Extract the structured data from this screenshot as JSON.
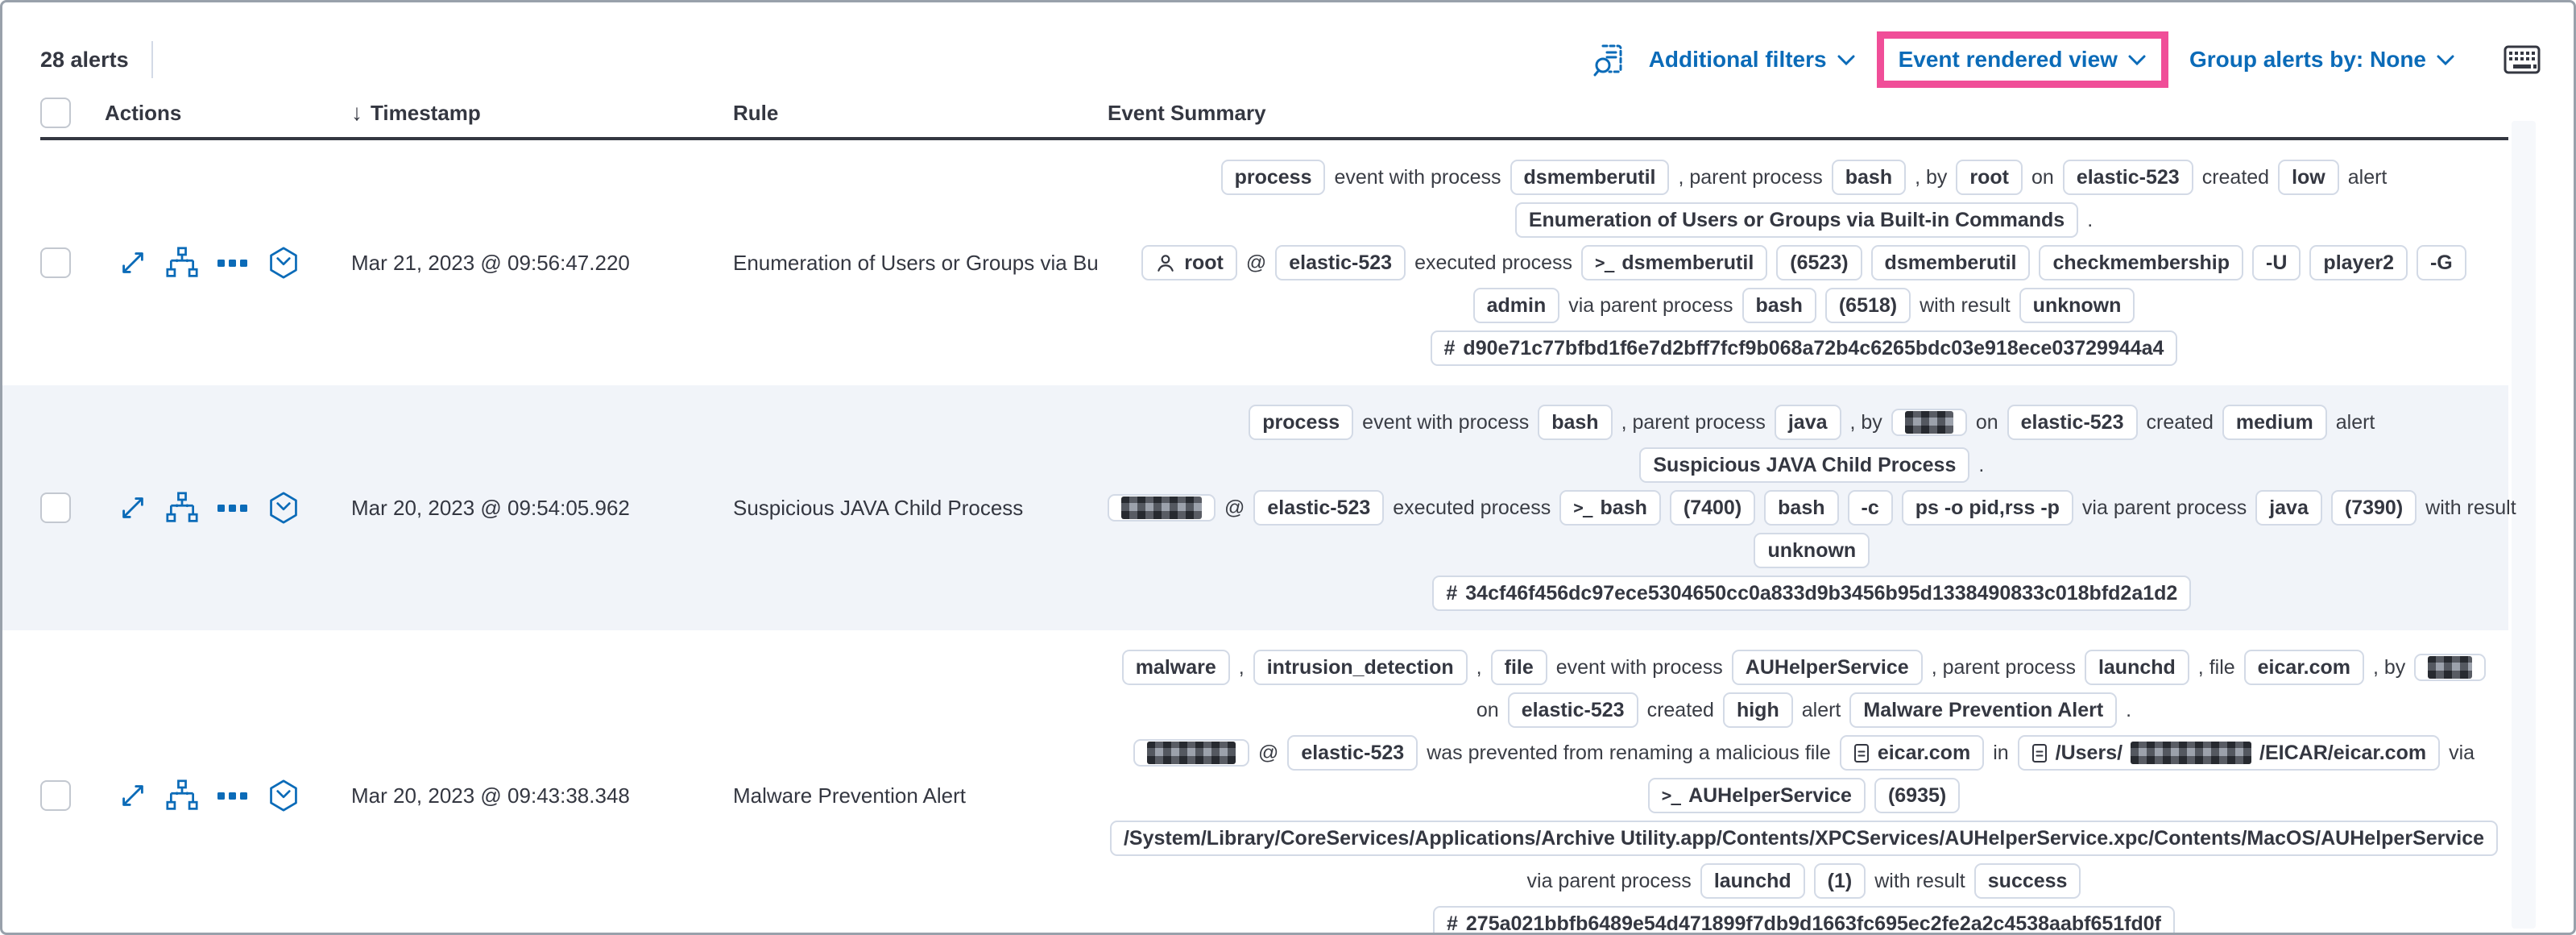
{
  "toolbar": {
    "alert_count": "28 alerts",
    "additional_filters_label": "Additional filters",
    "view_selector_label": "Event rendered view",
    "group_alerts_label": "Group alerts by: None",
    "icons": [
      "inspect",
      "chevron-down",
      "keyboard-shortcuts"
    ]
  },
  "colors": {
    "highlight_accent": "#f04e98",
    "primary_blue": "#0b6bb8",
    "text_dark": "#343741",
    "badge_border": "#d3dae6",
    "row_stripe": "#f1f4f9"
  },
  "table": {
    "headers": {
      "actions": "Actions",
      "timestamp": "Timestamp",
      "rule": "Rule",
      "event_summary": "Event Summary"
    },
    "row_action_icons": [
      "expand-alert",
      "analyze-event",
      "more-actions",
      "open-session-view"
    ],
    "rows": [
      {
        "timestamp": "Mar 21, 2023 @ 09:56:47.220",
        "rule": "Enumeration of Users or Groups via Bui",
        "summary": [
          [
            {
              "kind": "badge",
              "text": "process"
            },
            {
              "kind": "text",
              "text": "event with process"
            },
            {
              "kind": "badge",
              "text": "dsmemberutil"
            },
            {
              "kind": "text",
              "text": ", parent process"
            },
            {
              "kind": "badge",
              "text": "bash"
            },
            {
              "kind": "text",
              "text": ", by"
            },
            {
              "kind": "badge",
              "text": "root"
            },
            {
              "kind": "text",
              "text": "on"
            },
            {
              "kind": "badge",
              "text": "elastic-523"
            },
            {
              "kind": "text",
              "text": "created"
            },
            {
              "kind": "badge",
              "text": "low"
            },
            {
              "kind": "text",
              "text": "alert"
            }
          ],
          [
            {
              "kind": "badge",
              "text": "Enumeration of Users or Groups via Built-in Commands"
            },
            {
              "kind": "text",
              "text": "."
            }
          ],
          [
            {
              "kind": "badge",
              "text": "root",
              "icon": "user"
            },
            {
              "kind": "text",
              "text": "@"
            },
            {
              "kind": "badge",
              "text": "elastic-523"
            },
            {
              "kind": "text",
              "text": "executed process"
            },
            {
              "kind": "badge",
              "text": "dsmemberutil",
              "icon": "terminal"
            },
            {
              "kind": "badge",
              "text": "(6523)"
            },
            {
              "kind": "badge",
              "text": "dsmemberutil"
            },
            {
              "kind": "badge",
              "text": "checkmembership"
            },
            {
              "kind": "badge",
              "text": "-U"
            },
            {
              "kind": "badge",
              "text": "player2"
            },
            {
              "kind": "badge",
              "text": "-G"
            }
          ],
          [
            {
              "kind": "badge",
              "text": "admin"
            },
            {
              "kind": "text",
              "text": "via parent process"
            },
            {
              "kind": "badge",
              "text": "bash"
            },
            {
              "kind": "badge",
              "text": "(6518)"
            },
            {
              "kind": "text",
              "text": "with result"
            },
            {
              "kind": "badge",
              "text": "unknown"
            }
          ],
          [
            {
              "kind": "badge",
              "text": "d90e71c77bfbd1f6e7d2bff7fcf9b068a72b4c6265bdc03e918ece03729944a4",
              "icon": "hash"
            }
          ]
        ]
      },
      {
        "timestamp": "Mar 20, 2023 @ 09:54:05.962",
        "rule": "Suspicious JAVA Child Process",
        "summary": [
          [
            {
              "kind": "badge",
              "text": "process"
            },
            {
              "kind": "text",
              "text": "event with process"
            },
            {
              "kind": "badge",
              "text": "bash"
            },
            {
              "kind": "text",
              "text": ", parent process"
            },
            {
              "kind": "badge",
              "text": "java"
            },
            {
              "kind": "text",
              "text": ", by"
            },
            {
              "kind": "badge",
              "segs": [
                {
                  "redact": 60
                }
              ]
            },
            {
              "kind": "text",
              "text": "on"
            },
            {
              "kind": "badge",
              "text": "elastic-523"
            },
            {
              "kind": "text",
              "text": "created"
            },
            {
              "kind": "badge",
              "text": "medium"
            },
            {
              "kind": "text",
              "text": "alert"
            }
          ],
          [
            {
              "kind": "badge",
              "text": "Suspicious JAVA Child Process"
            },
            {
              "kind": "text",
              "text": "."
            }
          ],
          [
            {
              "kind": "badge",
              "segs": [
                {
                  "redact": 100
                }
              ]
            },
            {
              "kind": "text",
              "text": "@"
            },
            {
              "kind": "badge",
              "text": "elastic-523"
            },
            {
              "kind": "text",
              "text": "executed process"
            },
            {
              "kind": "badge",
              "text": "bash",
              "icon": "terminal"
            },
            {
              "kind": "badge",
              "text": "(7400)"
            },
            {
              "kind": "badge",
              "text": "bash"
            },
            {
              "kind": "badge",
              "text": "-c"
            },
            {
              "kind": "badge",
              "text": "ps -o pid,rss -p"
            },
            {
              "kind": "text",
              "text": "via parent process"
            },
            {
              "kind": "badge",
              "text": "java"
            },
            {
              "kind": "badge",
              "text": "(7390)"
            },
            {
              "kind": "text",
              "text": "with result"
            }
          ],
          [
            {
              "kind": "badge",
              "text": "unknown"
            }
          ],
          [
            {
              "kind": "badge",
              "text": "34cf46f456dc97ece5304650cc0a833d9b3456b95d1338490833c018bfd2a1d2",
              "icon": "hash"
            }
          ]
        ]
      },
      {
        "timestamp": "Mar 20, 2023 @ 09:43:38.348",
        "rule": "Malware Prevention Alert",
        "summary": [
          [
            {
              "kind": "badge",
              "text": "malware"
            },
            {
              "kind": "text",
              "text": ","
            },
            {
              "kind": "badge",
              "text": "intrusion_detection"
            },
            {
              "kind": "text",
              "text": ","
            },
            {
              "kind": "badge",
              "text": "file"
            },
            {
              "kind": "text",
              "text": "event with process"
            },
            {
              "kind": "badge",
              "text": "AUHelperService"
            },
            {
              "kind": "text",
              "text": ", parent process"
            },
            {
              "kind": "badge",
              "text": "launchd"
            },
            {
              "kind": "text",
              "text": ", file"
            },
            {
              "kind": "badge",
              "text": "eicar.com"
            },
            {
              "kind": "text",
              "text": ", by"
            },
            {
              "kind": "badge",
              "segs": [
                {
                  "redact": 55
                }
              ]
            }
          ],
          [
            {
              "kind": "text",
              "text": "on"
            },
            {
              "kind": "badge",
              "text": "elastic-523"
            },
            {
              "kind": "text",
              "text": "created"
            },
            {
              "kind": "badge",
              "text": "high"
            },
            {
              "kind": "text",
              "text": "alert"
            },
            {
              "kind": "badge",
              "text": "Malware Prevention Alert"
            },
            {
              "kind": "text",
              "text": "."
            }
          ],
          [
            {
              "kind": "badge",
              "segs": [
                {
                  "redact": 110
                }
              ]
            },
            {
              "kind": "text",
              "text": "@"
            },
            {
              "kind": "badge",
              "text": "elastic-523"
            },
            {
              "kind": "text",
              "text": "was prevented from renaming a malicious file"
            },
            {
              "kind": "badge",
              "text": "eicar.com",
              "icon": "file"
            },
            {
              "kind": "text",
              "text": "in"
            },
            {
              "kind": "badge",
              "icon": "file",
              "segs": [
                {
                  "text": "/Users/"
                },
                {
                  "redact": 150
                },
                {
                  "text": "/EICAR/eicar.com"
                }
              ]
            },
            {
              "kind": "text",
              "text": "via"
            }
          ],
          [
            {
              "kind": "badge",
              "text": "AUHelperService",
              "icon": "terminal"
            },
            {
              "kind": "badge",
              "text": "(6935)"
            }
          ],
          [
            {
              "kind": "badge",
              "text": "/System/Library/CoreServices/Applications/Archive Utility.app/Contents/XPCServices/AUHelperService.xpc/Contents/MacOS/AUHelperService"
            }
          ],
          [
            {
              "kind": "text",
              "text": "via parent process"
            },
            {
              "kind": "badge",
              "text": "launchd"
            },
            {
              "kind": "badge",
              "text": "(1)"
            },
            {
              "kind": "text",
              "text": "with result"
            },
            {
              "kind": "badge",
              "text": "success"
            }
          ],
          [
            {
              "kind": "badge",
              "text": "275a021bbfb6489e54d471899f7db9d1663fc695ec2fe2a2c4538aabf651fd0f",
              "icon": "hash"
            }
          ]
        ]
      }
    ]
  }
}
